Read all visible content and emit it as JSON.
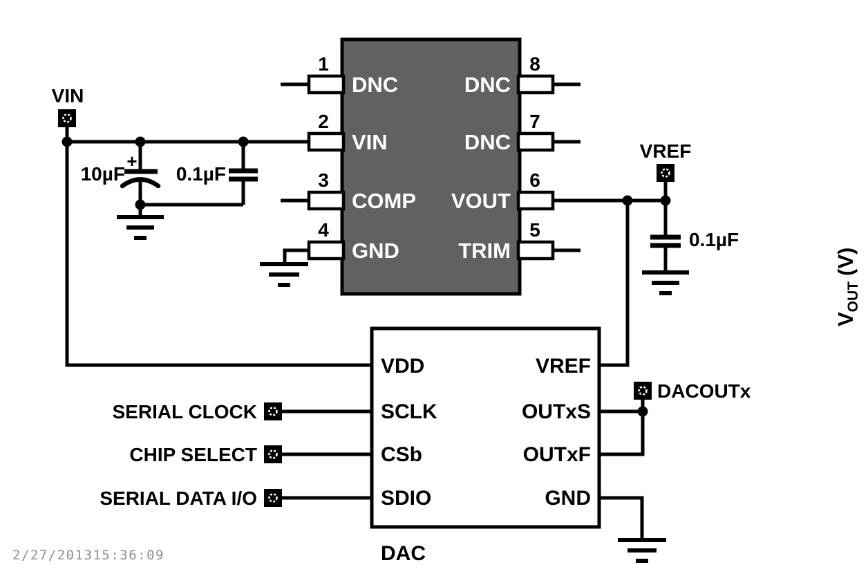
{
  "colors": {
    "wire": "#000000",
    "chip_fill": "#616161",
    "chip_pin_text": "#ffffff",
    "timestamp_text": "#8f8f8f"
  },
  "timestamp": "2/27/201315:36:09",
  "regulator_ic": {
    "pins_left": [
      {
        "num": "1",
        "label": "DNC"
      },
      {
        "num": "2",
        "label": "VIN"
      },
      {
        "num": "3",
        "label": "COMP"
      },
      {
        "num": "4",
        "label": "GND"
      }
    ],
    "pins_right": [
      {
        "num": "8",
        "label": "DNC"
      },
      {
        "num": "7",
        "label": "DNC"
      },
      {
        "num": "6",
        "label": "VOUT"
      },
      {
        "num": "5",
        "label": "TRIM"
      }
    ]
  },
  "dac_ic": {
    "name": "DAC",
    "pins_left": [
      "VDD",
      "SCLK",
      "CSb",
      "SDIO"
    ],
    "pins_right": [
      "VREF",
      "OUTxS",
      "OUTxF",
      "GND"
    ]
  },
  "terminals": {
    "vin": "VIN",
    "vref": "VREF",
    "dacout": "DACOUTx"
  },
  "signal_labels": {
    "serial_clock": "SERIAL CLOCK",
    "chip_select": "CHIP SELECT",
    "serial_data": "SERIAL DATA I/O"
  },
  "capacitors": {
    "c1_value": "10µF",
    "c1_polarity": "+",
    "c2_value": "0.1µF",
    "c3_value": "0.1µF"
  },
  "axis_label": {
    "main": "V",
    "sub": "OUT",
    "unit": "(V)"
  }
}
